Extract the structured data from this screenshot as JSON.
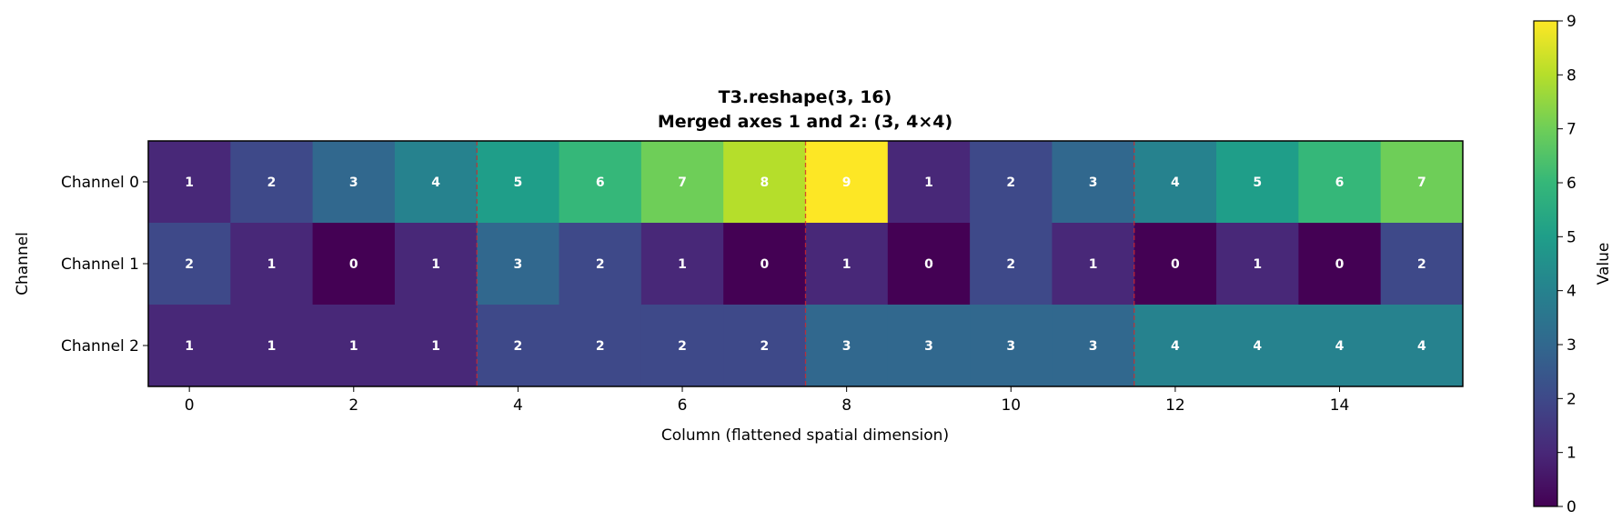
{
  "chart_data": {
    "type": "heatmap",
    "title": [
      "T3.reshape(3, 16)",
      "Merged axes 1 and 2: (3, 4×4)"
    ],
    "xlabel": "Column (flattened spatial dimension)",
    "ylabel": "Channel",
    "row_labels": [
      "Channel 0",
      "Channel 1",
      "Channel 2"
    ],
    "x_ticks": [
      0,
      2,
      4,
      6,
      8,
      10,
      12,
      14
    ],
    "values": [
      [
        1,
        2,
        3,
        4,
        5,
        6,
        7,
        8,
        9,
        1,
        2,
        3,
        4,
        5,
        6,
        7
      ],
      [
        2,
        1,
        0,
        1,
        3,
        2,
        1,
        0,
        1,
        0,
        2,
        1,
        0,
        1,
        0,
        2
      ],
      [
        1,
        1,
        1,
        1,
        2,
        2,
        2,
        2,
        3,
        3,
        3,
        3,
        4,
        4,
        4,
        4
      ]
    ],
    "colormap": "viridis",
    "vmin": 0,
    "vmax": 9,
    "separator_lines_x": [
      3.5,
      7.5,
      11.5
    ],
    "separator_color": "#d62728",
    "colorbar": {
      "label": "Value",
      "ticks": [
        0,
        1,
        2,
        3,
        4,
        5,
        6,
        7,
        8,
        9
      ]
    }
  }
}
